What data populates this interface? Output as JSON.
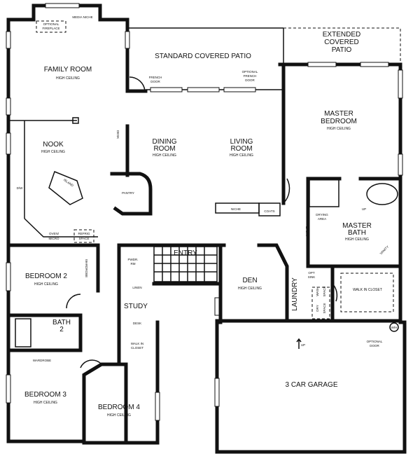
{
  "rooms": {
    "family_room": {
      "name": "FAMILY ROOM",
      "note": "HIGH CEILING"
    },
    "standard_patio": {
      "name": "STANDARD COVERED PATIO"
    },
    "extended_patio": {
      "line1": "EXTENDED",
      "line2": "COVERED",
      "line3": "PATIO"
    },
    "master_bedroom": {
      "line1": "MASTER",
      "line2": "BEDROOM",
      "note": "HIGH CEILING"
    },
    "nook": {
      "name": "NOOK",
      "note": "HIGH CEILING"
    },
    "dining_room": {
      "line1": "DINING",
      "line2": "ROOM",
      "note": "HIGH CEILING"
    },
    "living_room": {
      "line1": "LIVING",
      "line2": "ROOM",
      "note": "HIGH CEILING"
    },
    "master_bath": {
      "line1": "MASTER",
      "line2": "BATH",
      "note": "HIGH CEILING"
    },
    "entry": {
      "name": "ENTRY"
    },
    "bedroom2": {
      "name": "BEDROOM 2",
      "note": "HIGH CEILING"
    },
    "study": {
      "name": "STUDY"
    },
    "den": {
      "name": "DEN",
      "note": "HIGH CEILING"
    },
    "laundry": {
      "name": "LAUNDRY"
    },
    "walk_in_closet_master": {
      "name": "WALK IN CLOSET"
    },
    "bath2": {
      "line1": "BATH",
      "line2": "2"
    },
    "bedroom3": {
      "name": "BEDROOM 3",
      "note": "HIGH CEILING"
    },
    "bedroom4": {
      "name": "BEDROOM 4",
      "note": "HIGH CEILING"
    },
    "garage": {
      "name": "3 CAR GARAGE"
    }
  },
  "fixtures": {
    "optional_fireplace": [
      "OPTIONAL",
      "FIREPLACE"
    ],
    "media_niche": "MEDIA NICHE",
    "french_door": [
      "FRENCH",
      "DOOR"
    ],
    "optional_french_door": [
      "OPTIONAL",
      "FRENCH",
      "DOOR"
    ],
    "desk_vertical": "DESK",
    "pantry": "PANTRY",
    "island": "ISLAND",
    "dw": "D/W",
    "oven_micro": [
      "OVEN/",
      "MICRO"
    ],
    "refrig_space": [
      "REFRIG",
      "SPACE"
    ],
    "niche": "NICHE",
    "coats": "COATS",
    "drying_area": [
      "DRYING",
      "AREA"
    ],
    "niche_vertical": "NICHE",
    "up_bath": "UP",
    "vanity": "VANITY",
    "pwdr_rm": [
      "PWDR.",
      "RM"
    ],
    "linen": "LINEN",
    "desk": "DESK",
    "walk_in_closet_small": [
      "WALK IN",
      "CLOSET"
    ],
    "wardrobe_b2": "WARDROBE",
    "wardrobe_b3": "WARDROBE",
    "opt_sink": [
      "OPT",
      "SINK"
    ],
    "wash_space": [
      "WASH",
      "SPACE"
    ],
    "dry_space": [
      "DRY",
      "SPACE"
    ],
    "wh": "W/H",
    "optional_door": [
      "OPTIONAL",
      "DOOR"
    ],
    "up_garage": "UP"
  }
}
